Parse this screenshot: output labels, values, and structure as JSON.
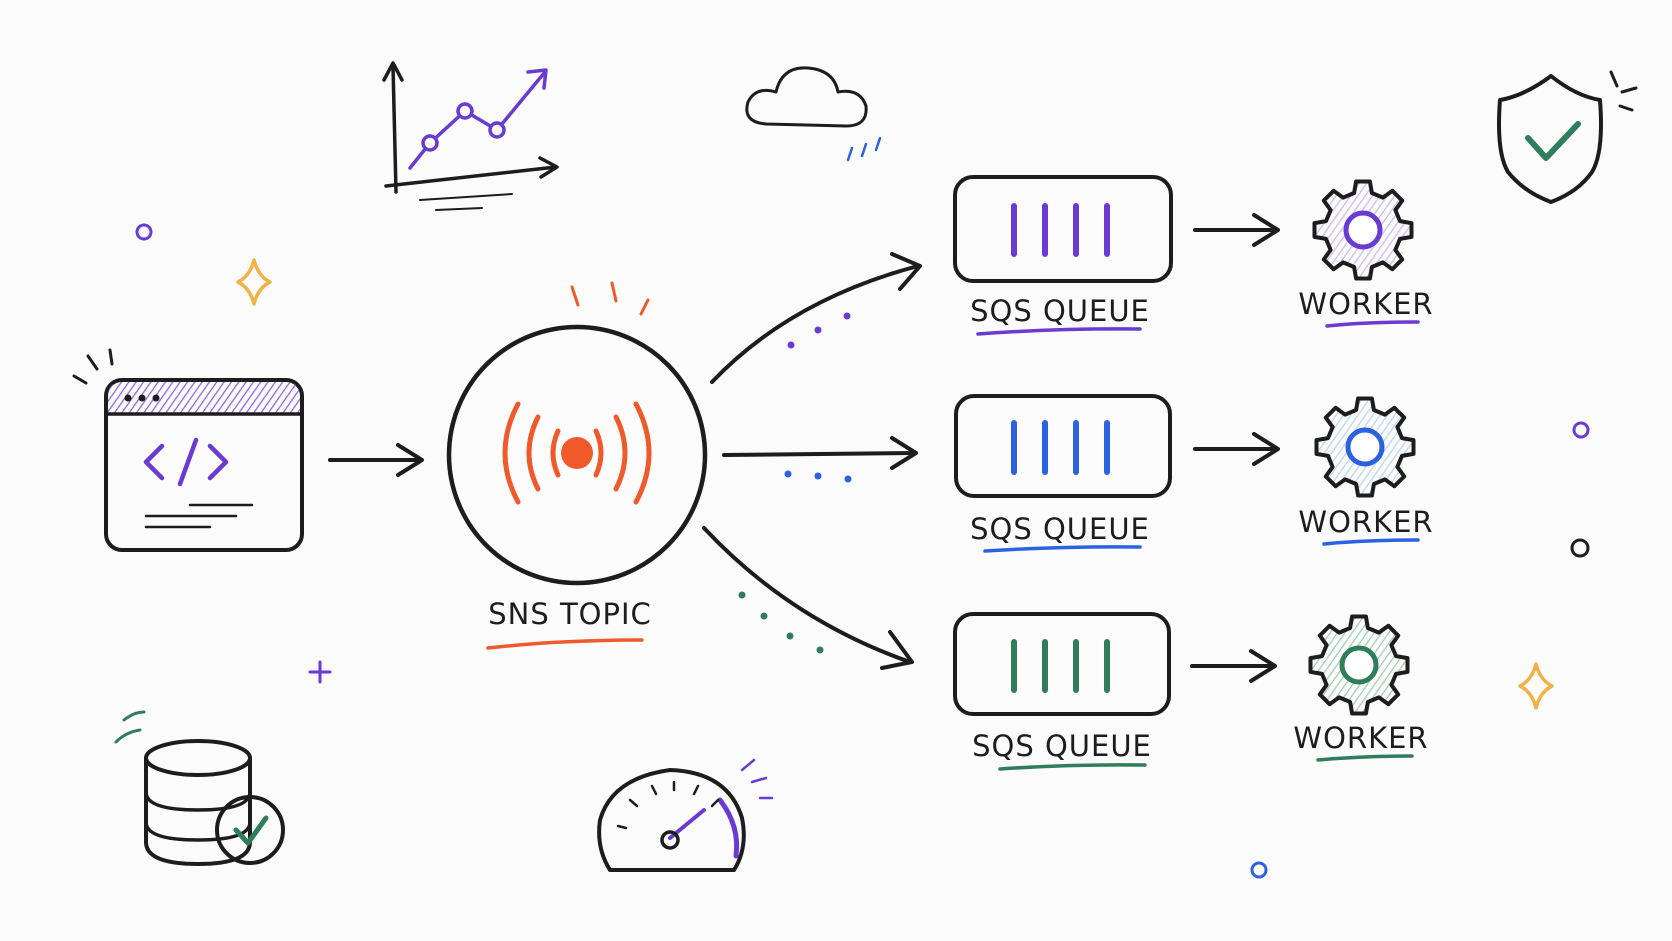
{
  "diagram": {
    "topic_label": "SNS TOPIC",
    "queues": [
      {
        "label": "SQS QUEUE",
        "color": "#6a3bd2"
      },
      {
        "label": "SQS QUEUE",
        "color": "#2a62e0"
      },
      {
        "label": "SQS QUEUE",
        "color": "#2f7d5a"
      }
    ],
    "workers": [
      {
        "label": "WORKER",
        "color": "#6a3bd2"
      },
      {
        "label": "WORKER",
        "color": "#2a62e0"
      },
      {
        "label": "WORKER",
        "color": "#2f7d5a"
      }
    ]
  },
  "colors": {
    "ink": "#1d1d1d",
    "topic_accent": "#f05a2a",
    "purple": "#6a3bd2",
    "blue": "#2a62e0",
    "green": "#2f7d5a",
    "gold": "#f2b24a"
  },
  "icons": [
    "publisher-code-window-icon",
    "sns-broadcast-icon",
    "trend-chart-icon",
    "cloud-icon",
    "shield-check-icon",
    "database-check-icon",
    "speedometer-icon",
    "gear-icon",
    "sparkle-icon"
  ]
}
